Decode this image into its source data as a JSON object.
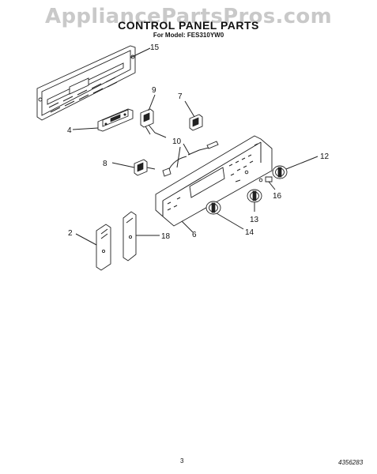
{
  "watermark": "AppliancePartsPros.com",
  "title": "CONTROL PANEL PARTS",
  "model_label": "For Model: FES310YW0",
  "page_number": "3",
  "doc_number": "4356283",
  "callouts": {
    "c15": "15",
    "c9": "9",
    "c7": "7",
    "c4": "4",
    "c10": "10",
    "c12": "12",
    "c8": "8",
    "c16": "16",
    "c13": "13",
    "c2": "2",
    "c18": "18",
    "c6": "6",
    "c14": "14"
  }
}
